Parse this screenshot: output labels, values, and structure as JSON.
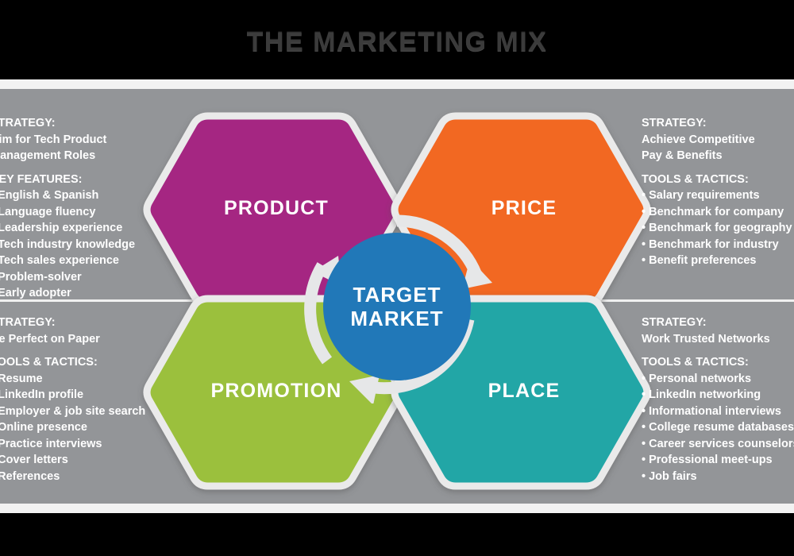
{
  "title": "THE MARKETING MIX",
  "colors": {
    "background_black": "#000000",
    "panel_gray": "#939598",
    "product_magenta": "#A52882",
    "price_orange": "#F26722",
    "promotion_green": "#9BC03D",
    "place_teal": "#22A6A6",
    "center_blue": "#2178B8",
    "ring_gray": "#E6E7E8",
    "hex_border": "#EAEAEA",
    "title_gray": "#3B3B3B",
    "text_white": "#FFFFFF"
  },
  "center": {
    "line1": "TARGET",
    "line2": "MARKET"
  },
  "hexagons": {
    "product": {
      "label": "PRODUCT"
    },
    "price": {
      "label": "PRICE"
    },
    "promotion": {
      "label": "PROMOTION"
    },
    "place": {
      "label": "PLACE"
    }
  },
  "panels": {
    "top_left": {
      "strategy_label": "STRATEGY:",
      "strategy_line1": "Aim for Tech Product",
      "strategy_line2": "Management Roles",
      "list_label": "KEY FEATURES:",
      "items": [
        "English & Spanish",
        "Language fluency",
        "Leadership experience",
        "Tech industry knowledge",
        "Tech sales experience",
        "Problem-solver",
        "Early adopter"
      ]
    },
    "bottom_left": {
      "strategy_label": "STRATEGY:",
      "strategy_line1": "Be Perfect on Paper",
      "strategy_line2": "",
      "list_label": "TOOLS & TACTICS:",
      "items": [
        "Resume",
        "LinkedIn profile",
        "Employer & job site search",
        "Online presence",
        "Practice interviews",
        "Cover letters",
        "References"
      ]
    },
    "top_right": {
      "strategy_label": "STRATEGY:",
      "strategy_line1": "Achieve Competitive",
      "strategy_line2": "Pay & Benefits",
      "list_label": "TOOLS & TACTICS:",
      "items": [
        "Salary requirements",
        "Benchmark for company",
        "Benchmark for geography",
        "Benchmark for industry",
        "Benefit preferences"
      ]
    },
    "bottom_right": {
      "strategy_label": "STRATEGY:",
      "strategy_line1": "Work Trusted Networks",
      "strategy_line2": "",
      "list_label": "TOOLS & TACTICS:",
      "items": [
        "Personal networks",
        "LinkedIn networking",
        "Informational interviews",
        "College resume databases",
        "Career services counselors",
        "Professional meet-ups",
        "Job fairs"
      ]
    }
  }
}
